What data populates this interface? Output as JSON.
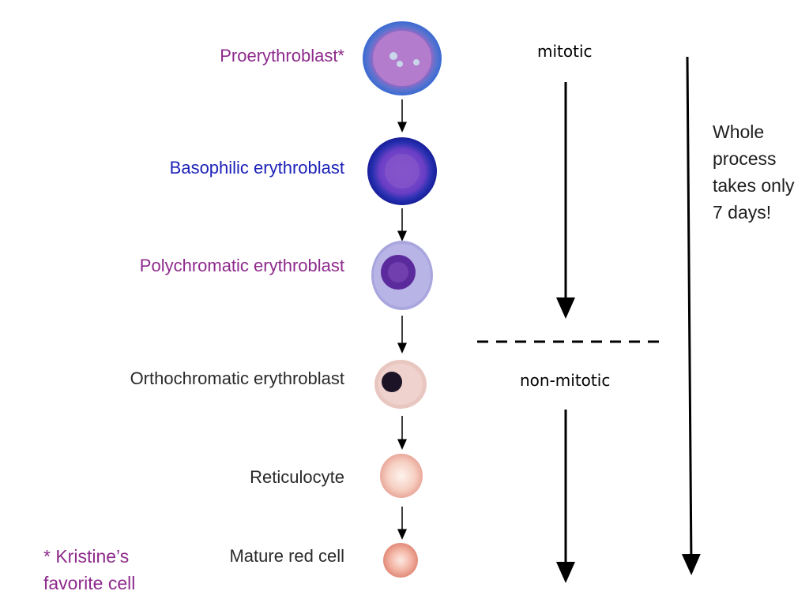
{
  "stages": [
    {
      "label": "Proerythroblast*",
      "color": "#8e2a8c"
    },
    {
      "label": "Basophilic erythroblast",
      "color": "#1c22b8"
    },
    {
      "label": "Polychromatic erythroblast",
      "color": "#8e2a8c"
    },
    {
      "label": "Orthochromatic erythroblast",
      "color": "#2a2a2a"
    },
    {
      "label": "Reticulocyte",
      "color": "#2a2a2a"
    },
    {
      "label": "Mature red cell",
      "color": "#2a2a2a"
    }
  ],
  "phases": {
    "mitotic": "mitotic",
    "non_mitotic": "non-mitotic"
  },
  "note": "Whole process takes only 7 days!",
  "footnote": "* Kristine’s favorite cell",
  "colors": {
    "accent_purple": "#8e2a8c",
    "accent_blue": "#1c22b8",
    "text_dark": "#2a2a2a"
  }
}
